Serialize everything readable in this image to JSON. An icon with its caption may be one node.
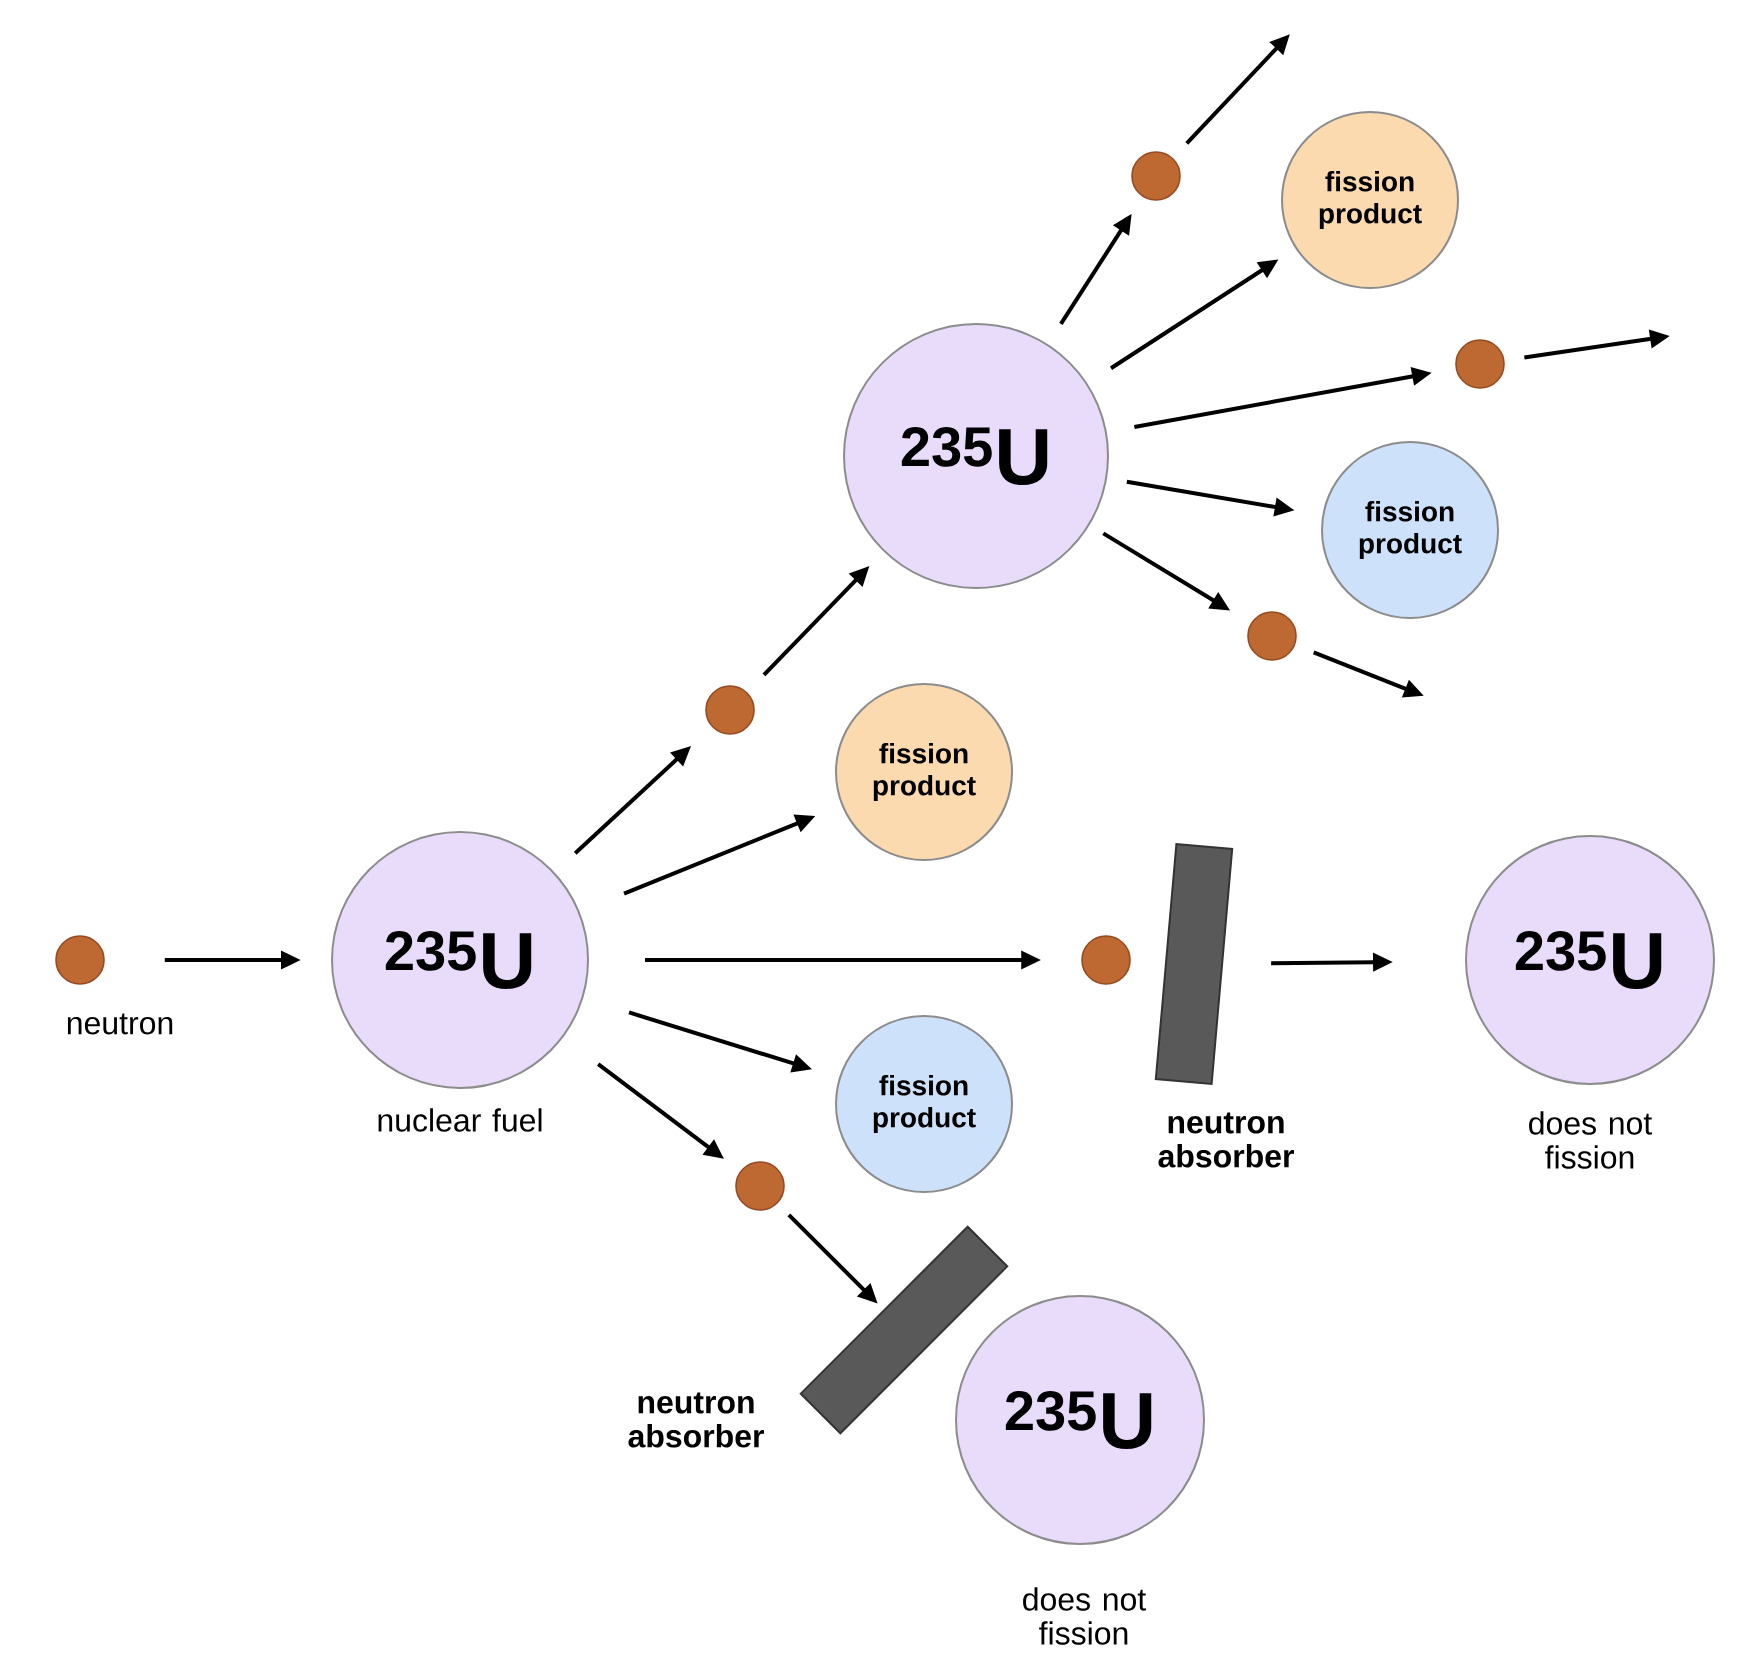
{
  "diagram": {
    "nodes": [
      {
        "text": [],
        "shape": "circle",
        "beside": [
          "neutron"
        ]
      },
      {
        "text": [
          "$^{235}$U"
        ],
        "beside": [
          "nuclear fuel"
        ]
      },
      {
        "text": [],
        "shape": "circle"
      },
      {
        "text": [
          "$^{235}$U"
        ]
      },
      {
        "text": [
          "fission product"
        ]
      },
      {
        "text": [],
        "shape": "circle"
      },
      {
        "text": [],
        "shape": "bar",
        "beside": [
          "neutron absorber"
        ]
      },
      {
        "text": [
          "$^{235}$U"
        ],
        "beside": [
          "does not fission"
        ]
      },
      {
        "text": [
          "fission product"
        ]
      },
      {
        "text": [],
        "shape": "circle"
      },
      {
        "text": [],
        "shape": "bar",
        "beside": [
          "neutron absorber"
        ]
      },
      {
        "text": [
          "$^{235}$U"
        ],
        "beside": [
          "does not fission"
        ]
      },
      {
        "text": [],
        "shape": "circle"
      },
      {
        "text": [
          "fission product"
        ]
      },
      {
        "text": [],
        "shape": "circle"
      },
      {
        "text": [
          "fission product"
        ]
      },
      {
        "text": [],
        "shape": "circle"
      }
    ],
    "edges": [
      {
        "from": 0,
        "to": 1,
        "arrow": "to"
      },
      {
        "from": 1,
        "to": 2,
        "arrow": "to"
      },
      {
        "from": 2,
        "to": 3,
        "arrow": "to"
      },
      {
        "from": 1,
        "to": 4,
        "arrow": "to"
      },
      {
        "from": 1,
        "to": 5,
        "arrow": "to"
      },
      {
        "from": 1,
        "to": 8,
        "arrow": "to"
      },
      {
        "from": 1,
        "to": 9,
        "arrow": "to"
      },
      {
        "from": 9,
        "to": 10,
        "arrow": "to"
      },
      {
        "from": 6,
        "to": 7,
        "arrow": "to"
      },
      {
        "from": 3,
        "to": 12,
        "arrow": "to"
      },
      {
        "from": 12,
        "to": null,
        "arrow": "to"
      },
      {
        "from": 3,
        "to": 13,
        "arrow": "to"
      },
      {
        "from": 3,
        "to": 14,
        "arrow": "to"
      },
      {
        "from": 14,
        "to": null,
        "arrow": "to"
      },
      {
        "from": 3,
        "to": 15,
        "arrow": "to"
      },
      {
        "from": 3,
        "to": 16,
        "arrow": "to"
      },
      {
        "from": 16,
        "to": null,
        "arrow": "to"
      }
    ]
  }
}
